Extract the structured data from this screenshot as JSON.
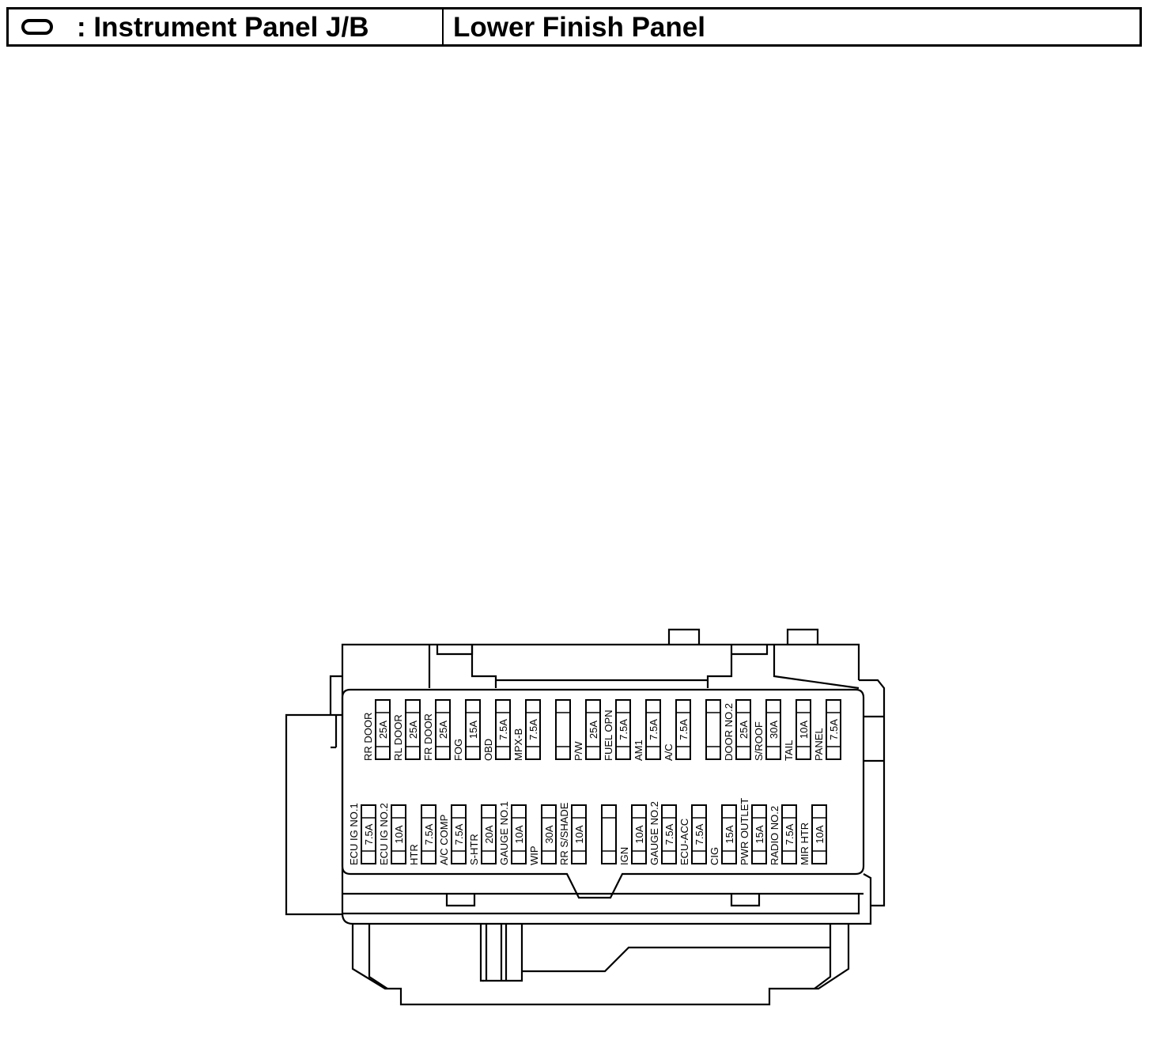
{
  "header": {
    "location_label": ": Instrument Panel J/B",
    "panel_label": "Lower Finish Panel"
  },
  "fuse_box": {
    "top_row": [
      {
        "name": "RR DOOR",
        "rating": "25A"
      },
      {
        "name": "RL DOOR",
        "rating": "25A"
      },
      {
        "name": "FR DOOR",
        "rating": "25A"
      },
      {
        "name": "FOG",
        "rating": "15A"
      },
      {
        "name": "OBD",
        "rating": "7.5A"
      },
      {
        "name": "MPX-B",
        "rating": "7.5A"
      },
      {
        "name": "",
        "rating": ""
      },
      {
        "name": "P/W",
        "rating": "25A"
      },
      {
        "name": "FUEL OPN",
        "rating": "7.5A"
      },
      {
        "name": "AM1",
        "rating": "7.5A"
      },
      {
        "name": "A/C",
        "rating": "7.5A"
      },
      {
        "name": "",
        "rating": ""
      },
      {
        "name": "DOOR NO.2",
        "rating": "25A"
      },
      {
        "name": "S/ROOF",
        "rating": "30A"
      },
      {
        "name": "TAIL",
        "rating": "10A"
      },
      {
        "name": "PANEL",
        "rating": "7.5A"
      }
    ],
    "bottom_row": [
      {
        "name": "ECU IG NO.1",
        "rating": "7.5A"
      },
      {
        "name": "ECU IG NO.2",
        "rating": "10A"
      },
      {
        "name": "HTR",
        "rating": "7.5A"
      },
      {
        "name": "A/C COMP",
        "rating": "7.5A"
      },
      {
        "name": "S-HTR",
        "rating": "20A"
      },
      {
        "name": "GAUGE NO.1",
        "rating": "10A"
      },
      {
        "name": "WIP",
        "rating": "30A"
      },
      {
        "name": "RR S/SHADE",
        "rating": "10A"
      },
      {
        "name": "",
        "rating": ""
      },
      {
        "name": "IGN",
        "rating": "10A"
      },
      {
        "name": "GAUGE NO.2",
        "rating": "7.5A"
      },
      {
        "name": "ECU-ACC",
        "rating": "7.5A"
      },
      {
        "name": "CIG",
        "rating": "15A"
      },
      {
        "name": "PWR OUTLET",
        "rating": "15A"
      },
      {
        "name": "RADIO NO.2",
        "rating": "7.5A"
      },
      {
        "name": "MIR HTR",
        "rating": "10A"
      }
    ]
  }
}
